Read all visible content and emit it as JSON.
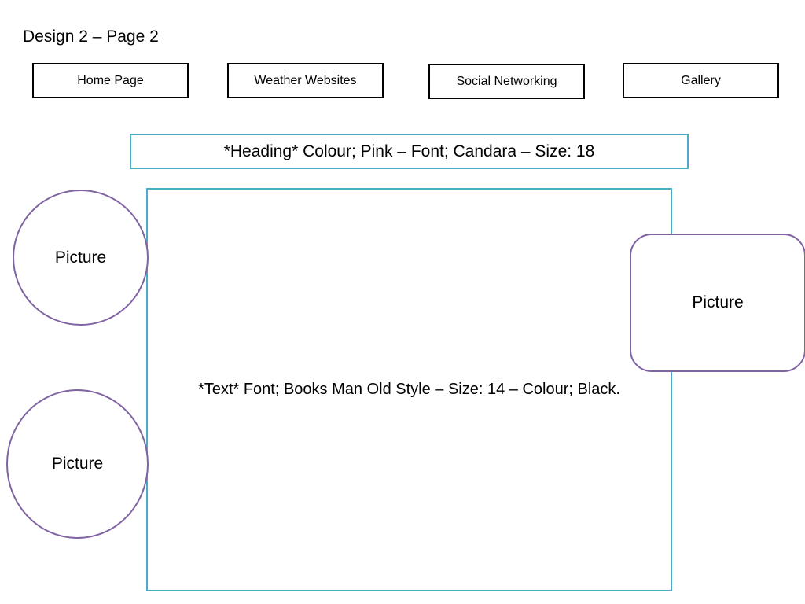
{
  "page": {
    "title": "Design 2 – Page 2"
  },
  "nav": {
    "items": [
      {
        "label": "Home Page"
      },
      {
        "label": "Weather Websites"
      },
      {
        "label": "Social Networking"
      },
      {
        "label": "Gallery"
      }
    ]
  },
  "heading": {
    "text": "*Heading* Colour; Pink – Font; Candara – Size: 18"
  },
  "content": {
    "text": "*Text* Font; Books Man Old Style  – Size: 14 – Colour; Black."
  },
  "pictures": [
    {
      "label": "Picture",
      "shape": "circle"
    },
    {
      "label": "Picture",
      "shape": "circle"
    },
    {
      "label": "Picture",
      "shape": "rounded-rectangle"
    }
  ],
  "colors": {
    "box_border": "#4bacc6",
    "picture_border": "#8064a2",
    "nav_border": "#000000"
  }
}
